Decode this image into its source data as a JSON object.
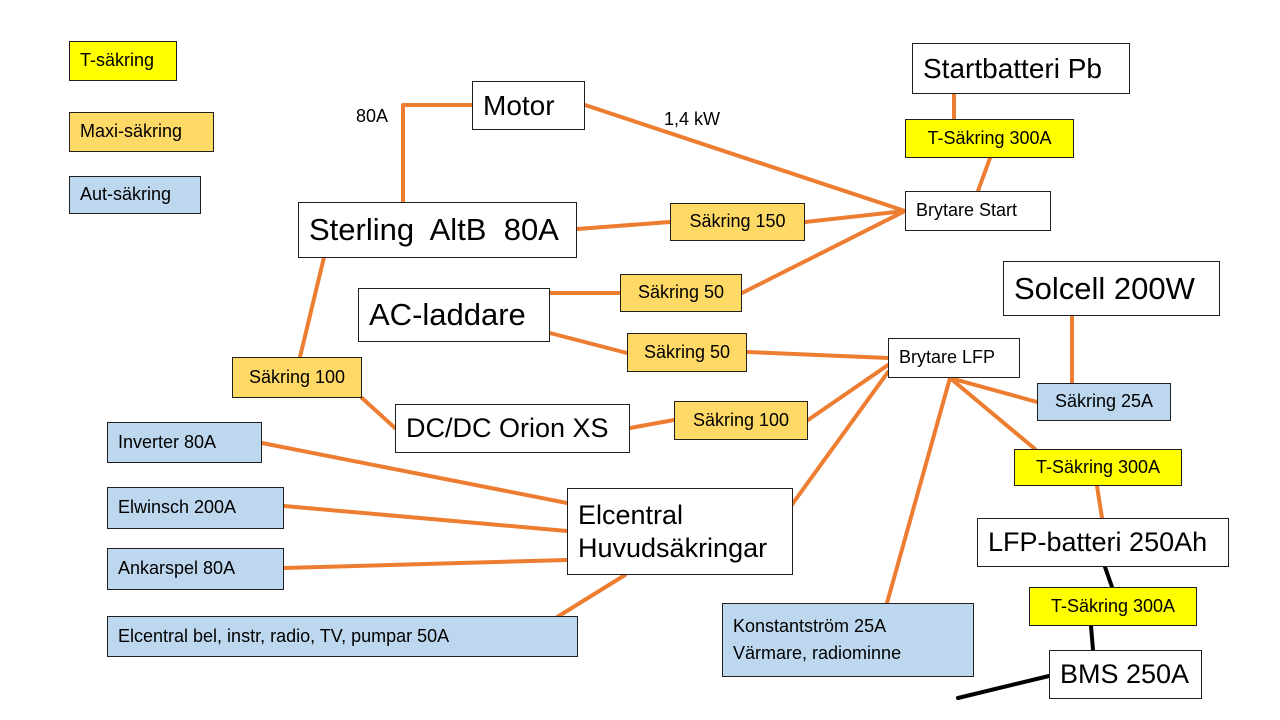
{
  "legend": {
    "t_sakring": "T-säkring",
    "maxi_sakring": "Maxi-säkring",
    "aut_sakring": "Aut-säkring"
  },
  "components": {
    "startbatteri": "Startbatteri Pb",
    "motor": "Motor",
    "sterling": "Sterling  AltB  80A",
    "ac_laddare": "AC-laddare",
    "dcdc": "DC/DC Orion XS",
    "brytare_start": "Brytare Start",
    "brytare_lfp": "Brytare LFP",
    "solcell": "Solcell 200W",
    "lfp_batteri": "LFP-batteri 250Ah",
    "bms": "BMS 250A",
    "elcentral_line1": "Elcentral",
    "elcentral_line2": "Huvudsäkringar"
  },
  "fuses": {
    "t_start": "T-Säkring 300A",
    "sakring_150": "Säkring 150",
    "sakring_50_ac_start": "Säkring 50",
    "sakring_50_ac_lfp": "Säkring 50",
    "sakring_100_alt": "Säkring 100",
    "sakring_100_dcdc": "Säkring 100",
    "sakring_25a": "Säkring 25A",
    "t_lfp": "T-Säkring 300A",
    "t_bms": "T-Säkring 300A"
  },
  "consumers": {
    "inverter": "Inverter 80A",
    "elwinsch": "Elwinsch 200A",
    "ankarspel": "Ankarspel 80A",
    "elcentral_bel": "Elcentral bel, instr, radio, TV, pumpar 50A",
    "konstant_line1": "Konstantström 25A",
    "konstant_line2": "Värmare, radiominne"
  },
  "annotations": {
    "amp_80a": "80A",
    "power_1_4kw": "1,4 kW"
  },
  "colors": {
    "wire": "#ed7d31",
    "wire_black": "#000000",
    "t_sakring": "#ffff00",
    "maxi_sakring": "#ffd966",
    "aut_sakring": "#bdd7ee"
  }
}
